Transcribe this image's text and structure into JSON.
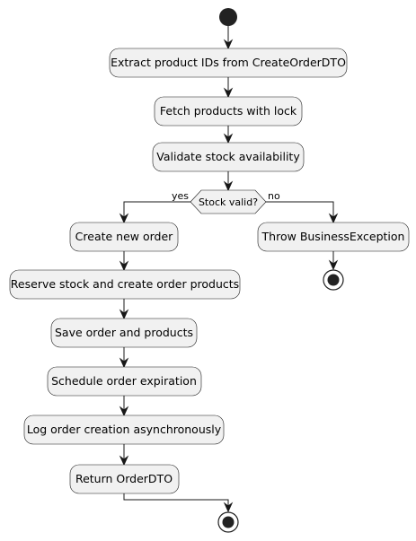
{
  "diagram": {
    "activities": {
      "extract": "Extract product IDs from CreateOrderDTO",
      "fetch": "Fetch products with lock",
      "validate": "Validate stock availability",
      "create_order": "Create new order",
      "reserve": "Reserve stock and create order products",
      "save": "Save order and products",
      "schedule": "Schedule order expiration",
      "log": "Log order creation asynchronously",
      "return": "Return OrderDTO",
      "throw": "Throw BusinessException"
    },
    "decision": {
      "label": "Stock valid?",
      "yes_label": "yes",
      "no_label": "no"
    }
  }
}
